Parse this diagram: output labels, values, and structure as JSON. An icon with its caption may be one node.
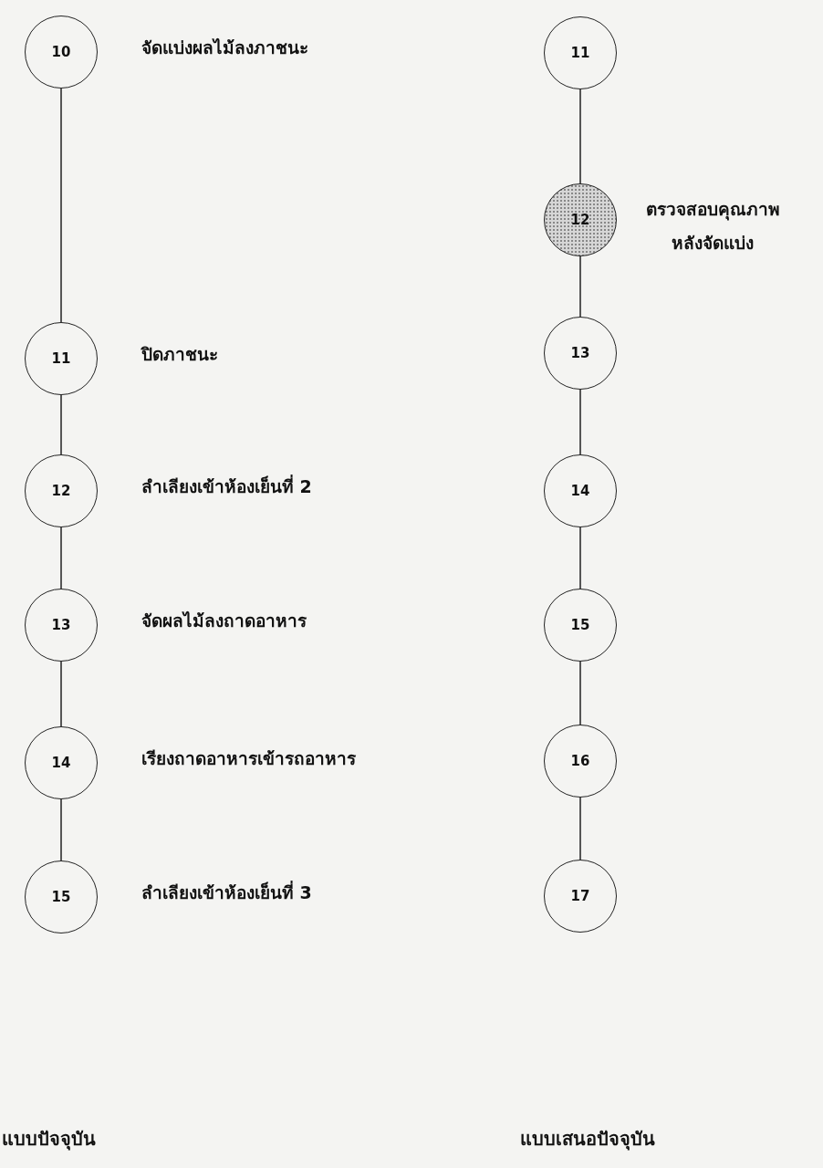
{
  "diagram": {
    "nodes": [
      {
        "text": [
          "10"
        ],
        "beside": [
          "จัดแบ่งผลไม้ลงภาชนะ"
        ]
      },
      {
        "text": [
          "11"
        ],
        "beside": [
          "ปิดภาชนะ"
        ]
      },
      {
        "text": [
          "12"
        ],
        "beside": [
          "ลำเลียงเข้าห้องเย็นที่ 2"
        ]
      },
      {
        "text": [
          "13"
        ],
        "beside": [
          "จัดผลไม้ลงถาดอาหาร"
        ]
      },
      {
        "text": [
          "14"
        ],
        "beside": [
          "เรียงถาดอาหารเข้ารถอาหาร"
        ]
      },
      {
        "text": [
          "15"
        ],
        "beside": [
          "ลำเลียงเข้าห้องเย็นที่ 3"
        ]
      },
      {
        "text": [
          "11"
        ]
      },
      {
        "text": [
          "12"
        ],
        "beside": [
          "ตรวจสอบคุณภาพหลังจัดแบ่ง"
        ]
      },
      {
        "text": [
          "13"
        ]
      },
      {
        "text": [
          "14"
        ]
      },
      {
        "text": [
          "15"
        ]
      },
      {
        "text": [
          "16"
        ]
      },
      {
        "text": [
          "17"
        ]
      }
    ],
    "edges": [
      {
        "from": 0,
        "to": 1,
        "arrow": "none"
      },
      {
        "from": 1,
        "to": 2,
        "arrow": "none"
      },
      {
        "from": 2,
        "to": 3,
        "arrow": "none"
      },
      {
        "from": 3,
        "to": 4,
        "arrow": "none"
      },
      {
        "from": 4,
        "to": 5,
        "arrow": "none"
      },
      {
        "from": 6,
        "to": 7,
        "arrow": "none"
      },
      {
        "from": 7,
        "to": 8,
        "arrow": "none"
      },
      {
        "from": 8,
        "to": 9,
        "arrow": "none"
      },
      {
        "from": 9,
        "to": 10,
        "arrow": "none"
      },
      {
        "from": 10,
        "to": 11,
        "arrow": "none"
      },
      {
        "from": 11,
        "to": 12,
        "arrow": "none"
      }
    ],
    "labels": [
      "แบบปัจจุบัน",
      "แบบเสนอปัจจุบัน"
    ]
  }
}
